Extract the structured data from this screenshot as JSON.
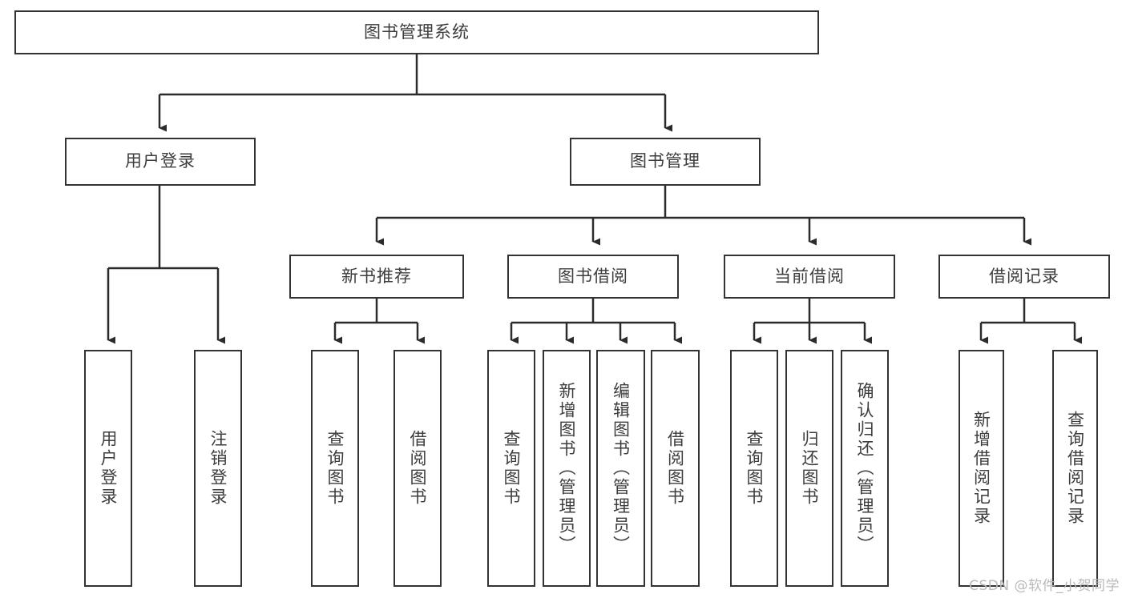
{
  "diagram": {
    "type": "tree-hierarchy",
    "title": "图书管理系统",
    "orientation": "top-down",
    "colors": {
      "box_border": "#333333",
      "box_fill": "#ffffff",
      "text": "#3d3d3d",
      "connector": "#2b2b2b",
      "watermark": "#b9b9b9"
    },
    "levels": {
      "root": {
        "label": "图书管理系统"
      },
      "level2": [
        {
          "label": "用户登录"
        },
        {
          "label": "图书管理"
        }
      ],
      "level3": [
        {
          "label": "新书推荐"
        },
        {
          "label": "图书借阅"
        },
        {
          "label": "当前借阅"
        },
        {
          "label": "借阅记录"
        }
      ],
      "leaves": {
        "user_login": [
          {
            "label": "用户登录"
          },
          {
            "label": "注销登录"
          }
        ],
        "new_book_recommend": [
          {
            "label": "查询图书"
          },
          {
            "label": "借阅图书"
          }
        ],
        "book_borrow": [
          {
            "label": "查询图书"
          },
          {
            "label": "新增图书（管理员）"
          },
          {
            "label": "编辑图书（管理员）"
          },
          {
            "label": "借阅图书"
          }
        ],
        "current_borrow": [
          {
            "label": "查询图书"
          },
          {
            "label": "归还图书"
          },
          {
            "label": "确认归还（管理员）"
          }
        ],
        "borrow_record": [
          {
            "label": "新增借阅记录"
          },
          {
            "label": "查询借阅记录"
          }
        ]
      }
    }
  },
  "watermark": {
    "text": "CSDN @软件_小贺同学"
  }
}
